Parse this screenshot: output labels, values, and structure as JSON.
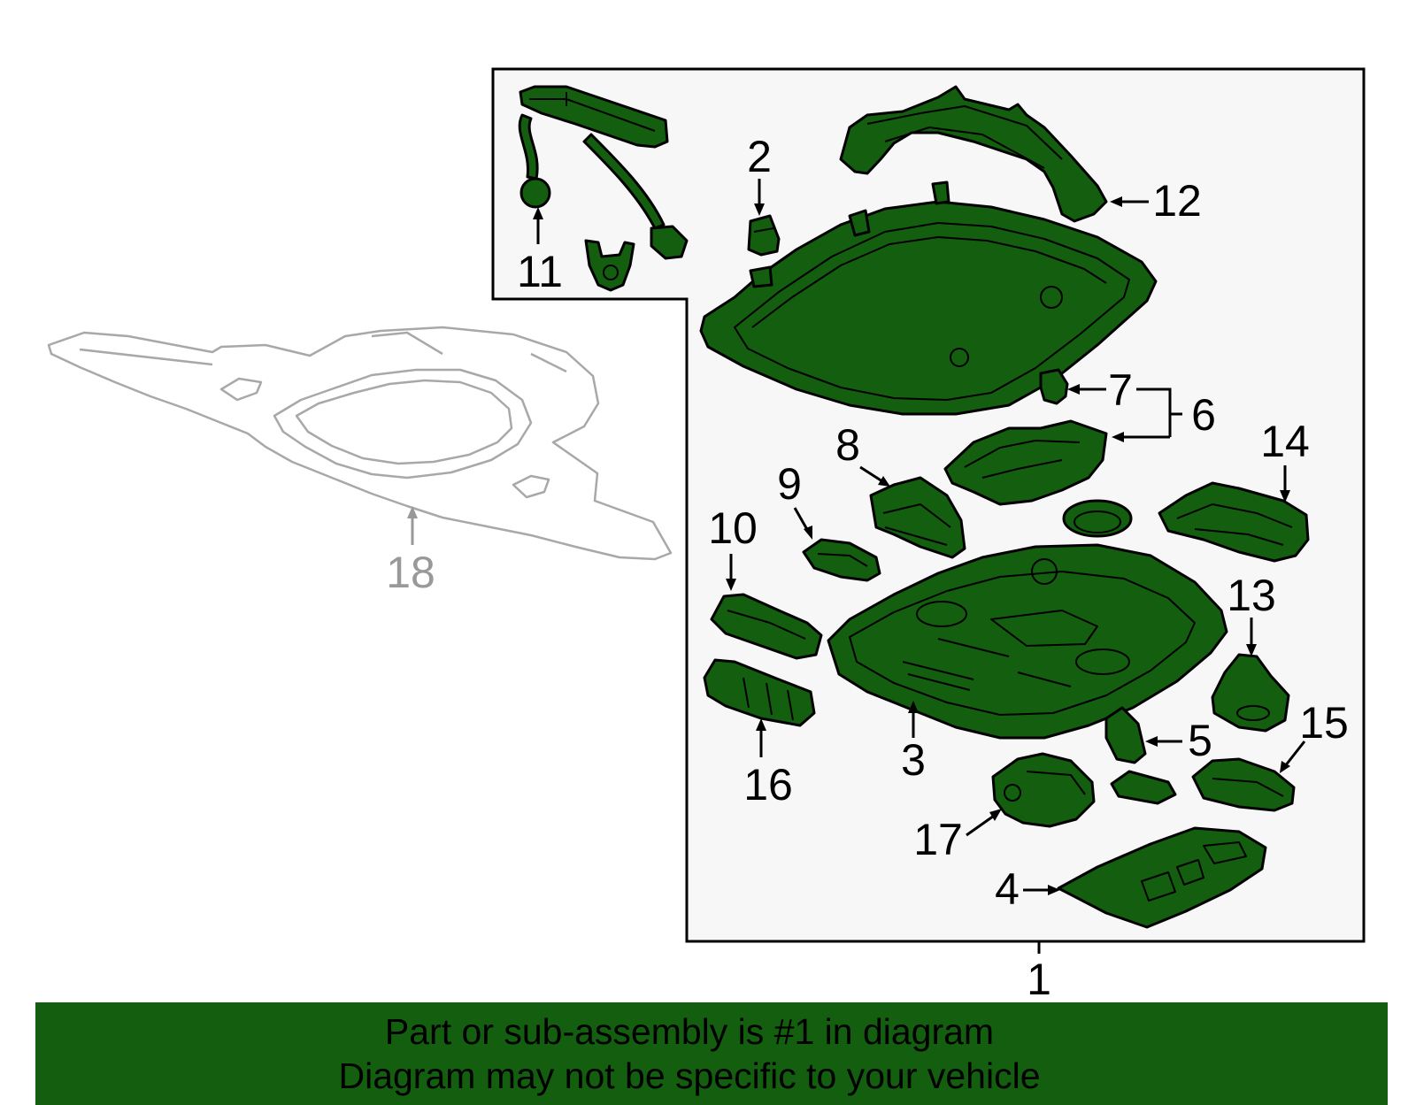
{
  "callouts": {
    "c1": "1",
    "c2": "2",
    "c3": "3",
    "c4": "4",
    "c5": "5",
    "c6": "6",
    "c7": "7",
    "c8": "8",
    "c9": "9",
    "c10": "10",
    "c11": "11",
    "c12": "12",
    "c13": "13",
    "c14": "14",
    "c15": "15",
    "c16": "16",
    "c17": "17",
    "c18": "18"
  },
  "banner": {
    "line1": "Part or sub-assembly is #1 in diagram",
    "line2": "Diagram may not be specific to your vehicle"
  },
  "colors": {
    "highlight": "#135e0f",
    "outline": "#000000",
    "ghost_part": "#a8a8a8",
    "panel_bg": "#f7f7f7"
  }
}
